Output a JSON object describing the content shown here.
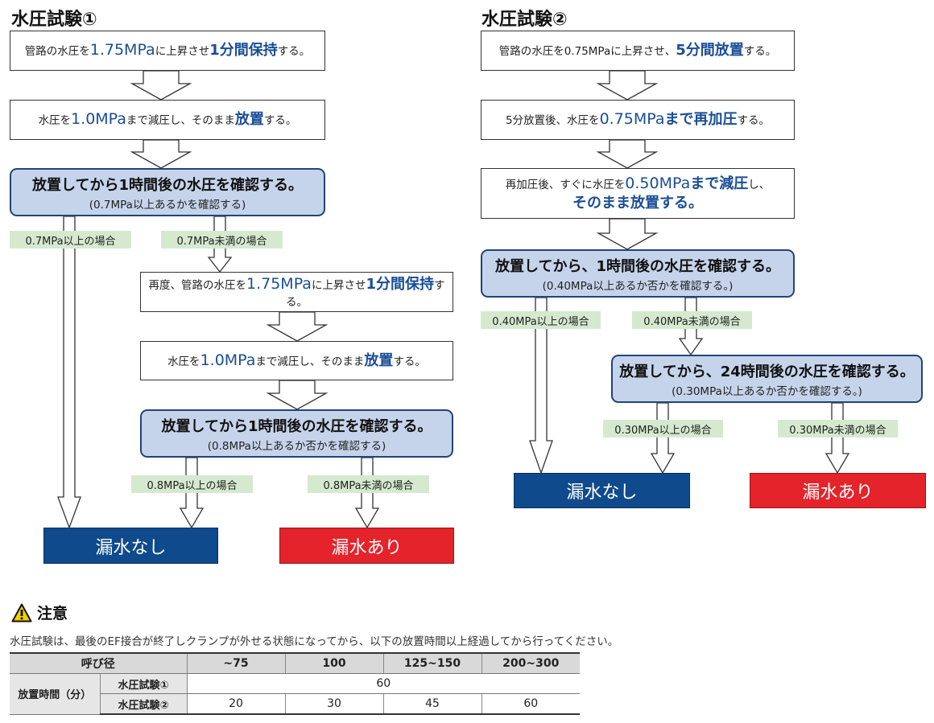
{
  "test1": {
    "title": "水圧試験①",
    "step1": {
      "a": "管路の水圧を",
      "b": "1.75MPa",
      "c": "に上昇させ",
      "d": "1分間保持",
      "e": "する。"
    },
    "step2": {
      "a": "水圧を",
      "b": "1.0MPa",
      "c": "まで減圧し、そのまま",
      "d": "放置",
      "e": "する。"
    },
    "check1": {
      "main": "放置してから1時間後の水圧を確認する。",
      "sub": "(0.7MPa以上あるかを確認する)"
    },
    "cond_ok1": "0.7MPa以上の場合",
    "cond_ng1": "0.7MPa未満の場合",
    "step3": {
      "a": "再度、管路の水圧を",
      "b": "1.75MPa",
      "c": "に上昇させ",
      "d": "1分間保持",
      "e": "する。"
    },
    "step4": {
      "a": "水圧を",
      "b": "1.0MPa",
      "c": "まで減圧し、そのまま",
      "d": "放置",
      "e": "する。"
    },
    "check2": {
      "main": "放置してから1時間後の水圧を確認する。",
      "sub": "(0.8MPa以上あるか否かを確認する)"
    },
    "cond_ok2": "0.8MPa以上の場合",
    "cond_ng2": "0.8MPa未満の場合",
    "result_ok": "漏水なし",
    "result_ng": "漏水あり"
  },
  "test2": {
    "title": "水圧試験②",
    "step1": {
      "a": "管路の水圧を0.75MPaに上昇させ、",
      "b": "5分間放置",
      "c": "する。"
    },
    "step2": {
      "a": "5分放置後、水圧を",
      "b": "0.75MPa",
      "c": "まで再加圧",
      "d": "する。"
    },
    "step3": {
      "a": "再加圧後、すぐに水圧を",
      "b": "0.50MPa",
      "c": "まで減圧",
      "d": "し、",
      "e": "そのまま放置する。"
    },
    "check1": {
      "main": "放置してから、1時間後の水圧を確認する。",
      "sub": "(0.40MPa以上あるか否かを確認する。)"
    },
    "cond_ok1": "0.40MPa以上の場合",
    "cond_ng1": "0.40MPa未満の場合",
    "check2": {
      "main": "放置してから、24時間後の水圧を確認する。",
      "sub": "(0.30MPa以上あるか否かを確認する。)"
    },
    "cond_ok2": "0.30MPa以上の場合",
    "cond_ng2": "0.30MPa未満の場合",
    "result_ok": "漏水なし",
    "result_ng": "漏水あり"
  },
  "caution": {
    "icon": "warning-triangle-icon",
    "title": "注意",
    "text": "水圧試験は、最後のEF接合が終了しクランプが外せる状態になってから、以下の放置時間以上経過してから行ってください。"
  },
  "table": {
    "header": [
      "呼び径",
      "~75",
      "100",
      "125~150",
      "200~300"
    ],
    "row_group": "放置時間（分）",
    "rows": [
      {
        "label": "水圧試験①",
        "merged": "60"
      },
      {
        "label": "水圧試験②",
        "values": [
          "20",
          "30",
          "45",
          "60"
        ]
      }
    ]
  },
  "colors": {
    "check_fill": "#c5d4ea",
    "check_border": "#224478",
    "label_fill": "#d5e9cf",
    "ok": "#0f4a8c",
    "ng": "#e5232a",
    "highlight_text": "#1a4e96"
  }
}
